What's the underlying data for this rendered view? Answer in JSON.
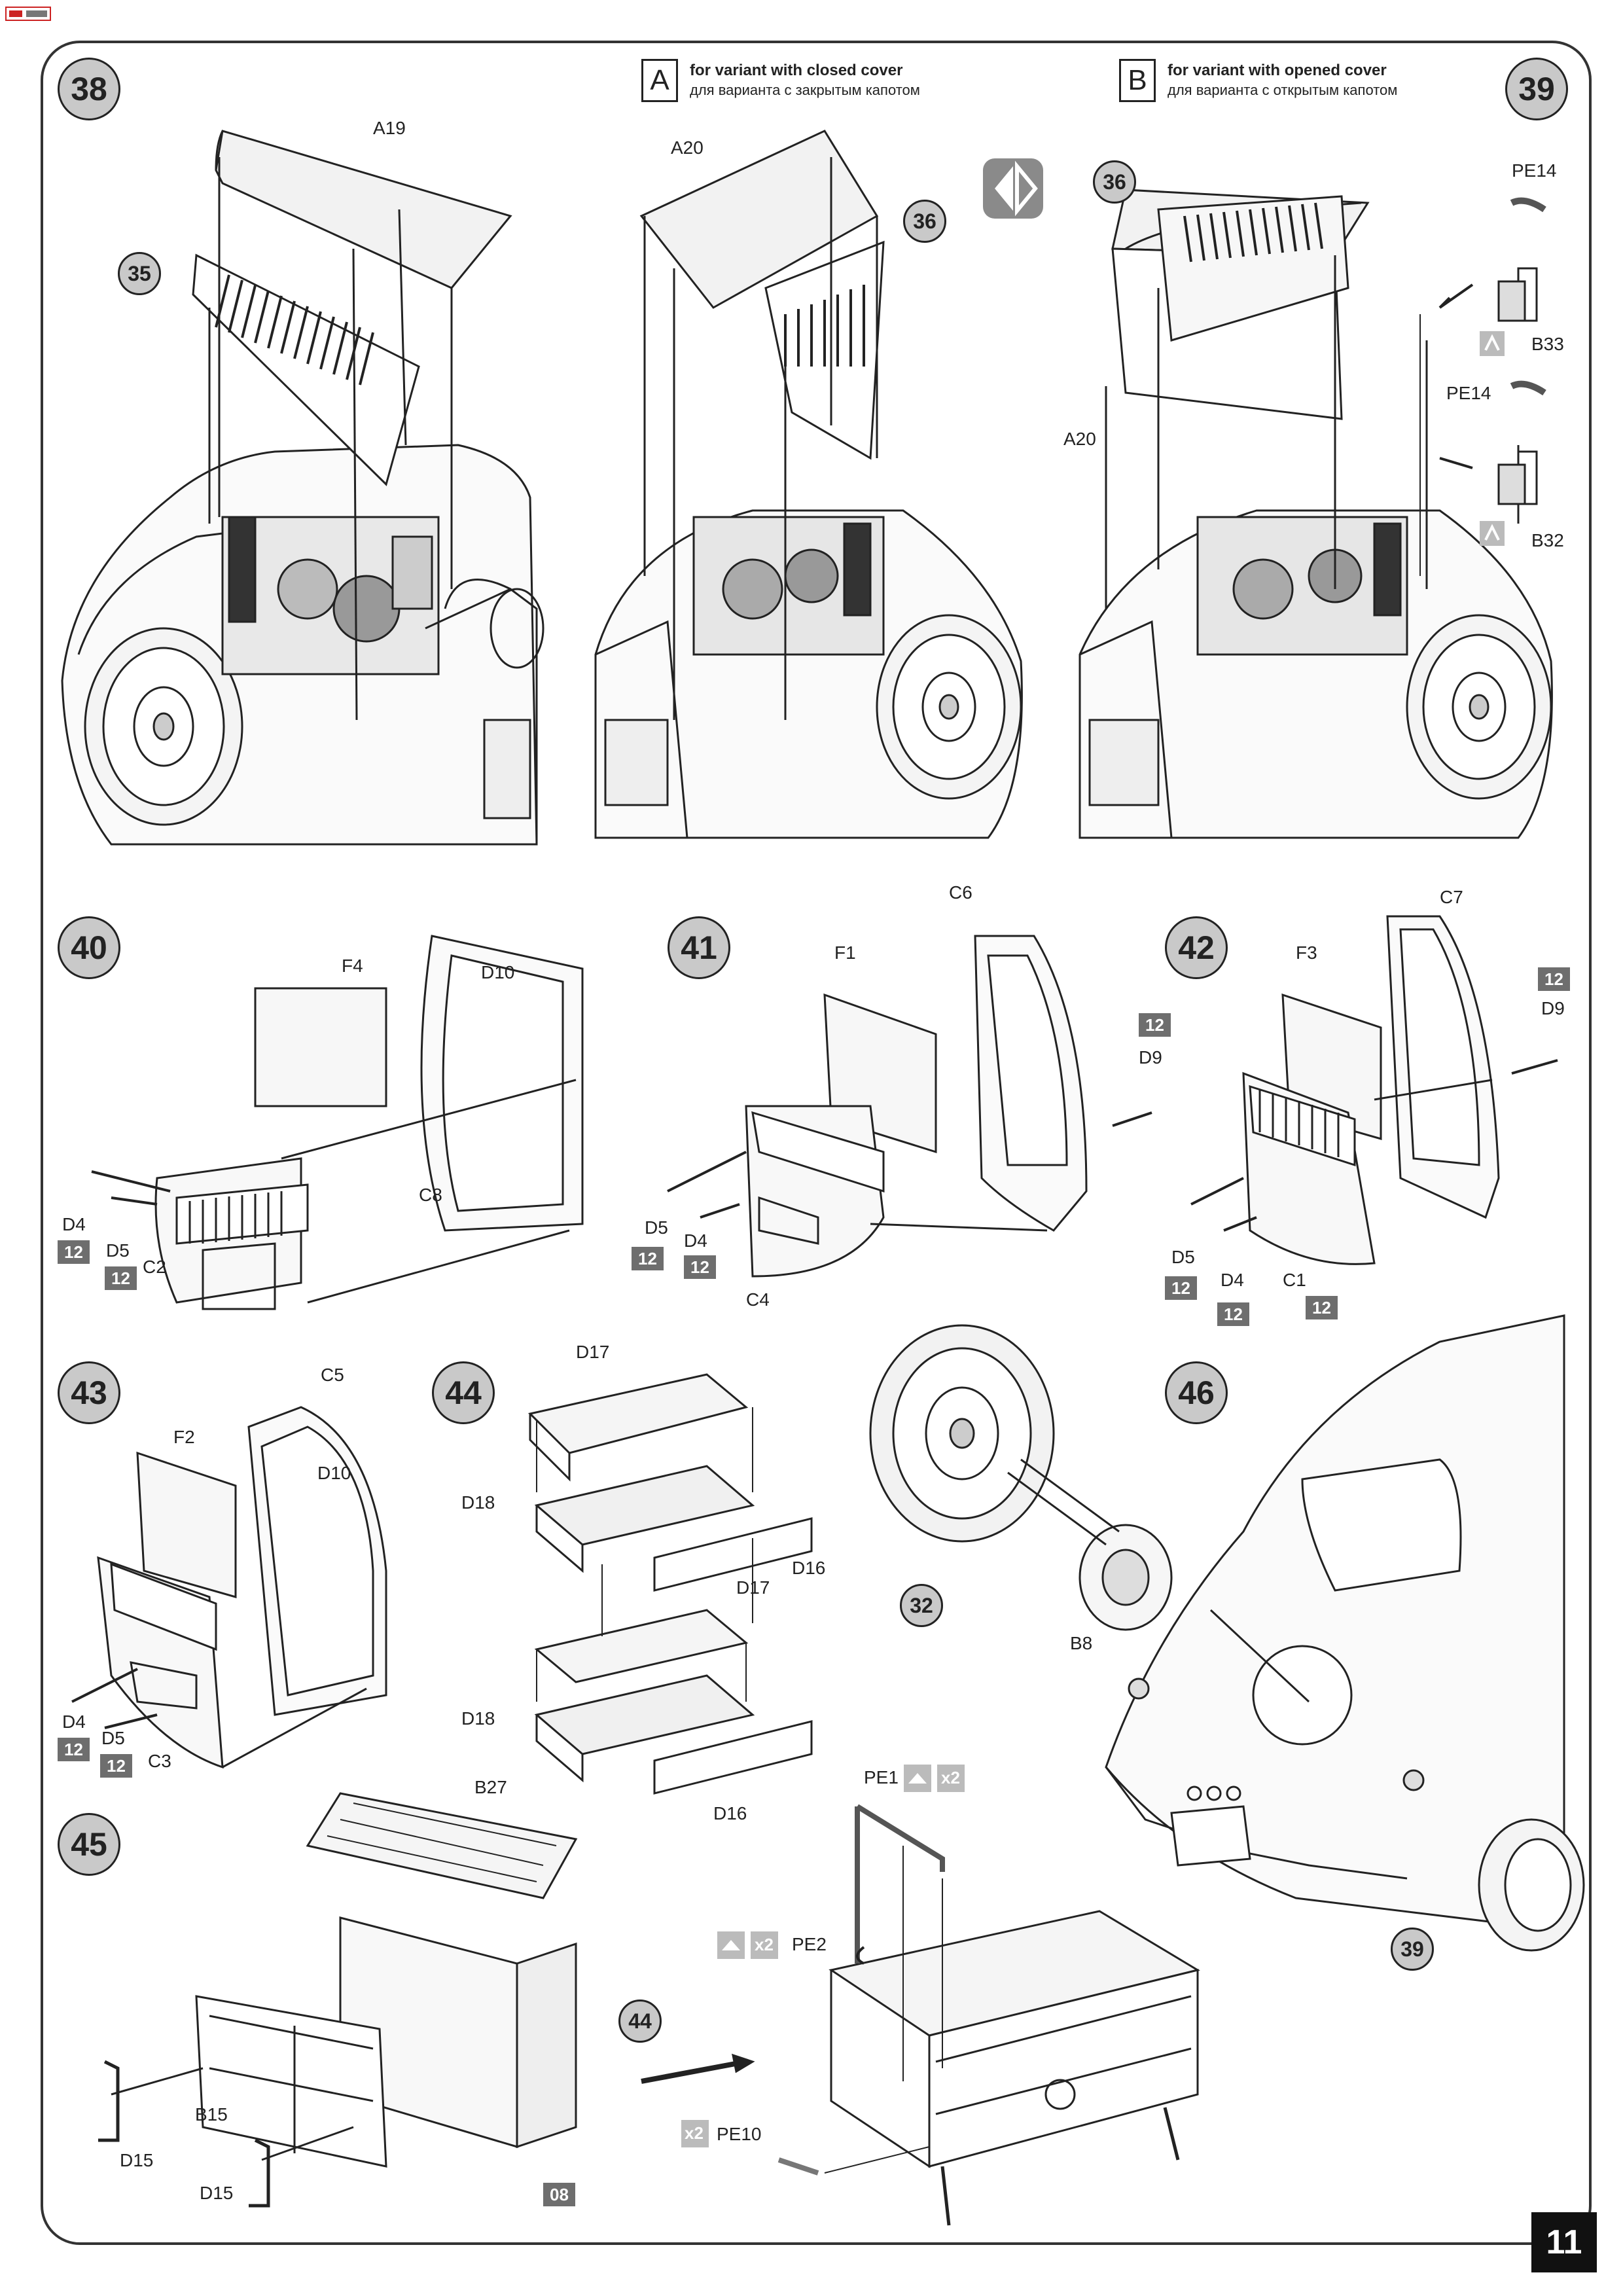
{
  "header_logo": "",
  "page_number": "11",
  "variants": {
    "a": {
      "letter": "A",
      "en": "for variant with closed cover",
      "ru": "для варианта с закрытым капотом"
    },
    "b": {
      "letter": "B",
      "en": "for variant with opened cover",
      "ru": "для варианта с открытым капотом"
    }
  },
  "steps": [
    "38",
    "39",
    "40",
    "41",
    "42",
    "43",
    "44",
    "45",
    "46"
  ],
  "refs": {
    "r35": "35",
    "r36a": "36",
    "r36b": "36",
    "r32": "32",
    "r39": "39",
    "r44": "44"
  },
  "parts": {
    "a19": "A19",
    "a20a": "A20",
    "a20b": "A20",
    "pe14a": "PE14",
    "pe14b": "PE14",
    "b33": "B33",
    "b32": "B32",
    "f4": "F4",
    "d10a": "D10",
    "c8": "C8",
    "c2": "C2",
    "d4a": "D4",
    "d5a": "D5",
    "c6": "C6",
    "f1": "F1",
    "d9a": "D9",
    "d5b": "D5",
    "d4b": "D4",
    "c4": "C4",
    "c7": "C7",
    "f3": "F3",
    "d9b": "D9",
    "d5c": "D5",
    "d4c": "D4",
    "c1": "C1",
    "c5": "C5",
    "f2": "F2",
    "d10b": "D10",
    "d4d": "D4",
    "d5d": "D5",
    "c3": "C3",
    "d17a": "D17",
    "d18a": "D18",
    "d16a": "D16",
    "d17b": "D17",
    "d18b": "D18",
    "d16b": "D16",
    "b8": "B8",
    "b27": "B27",
    "b15": "B15",
    "d15a": "D15",
    "d15b": "D15",
    "pe1": "PE1",
    "pe2": "PE2",
    "pe10": "PE10"
  },
  "paint_codes": {
    "p1": "12",
    "p2": "12",
    "p3": "12",
    "p4": "12",
    "p5": "12",
    "p6": "12",
    "p7": "12",
    "p8": "12",
    "p9": "12",
    "p10": "12",
    "p11": "12",
    "p12": "08"
  },
  "multipliers": {
    "m1": "x2",
    "m2": "x2",
    "m3": "x2"
  },
  "icons": [
    "flip-model-icon",
    "bend-part-icon",
    "photo-etch-icon"
  ]
}
